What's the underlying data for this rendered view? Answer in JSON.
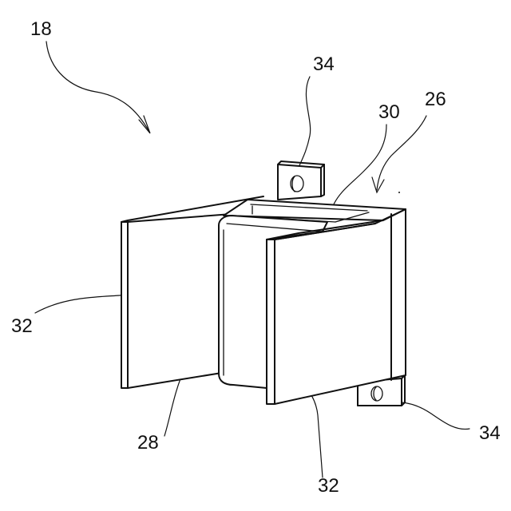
{
  "figure": {
    "labels": {
      "assembly": "18",
      "tab_top": "34",
      "unit": "26",
      "top_plate": "30",
      "plate_left": "32",
      "core": "28",
      "plate_right": "32",
      "tab_bottom": "34"
    },
    "colors": {
      "line": "#111111",
      "background": "#ffffff"
    }
  }
}
